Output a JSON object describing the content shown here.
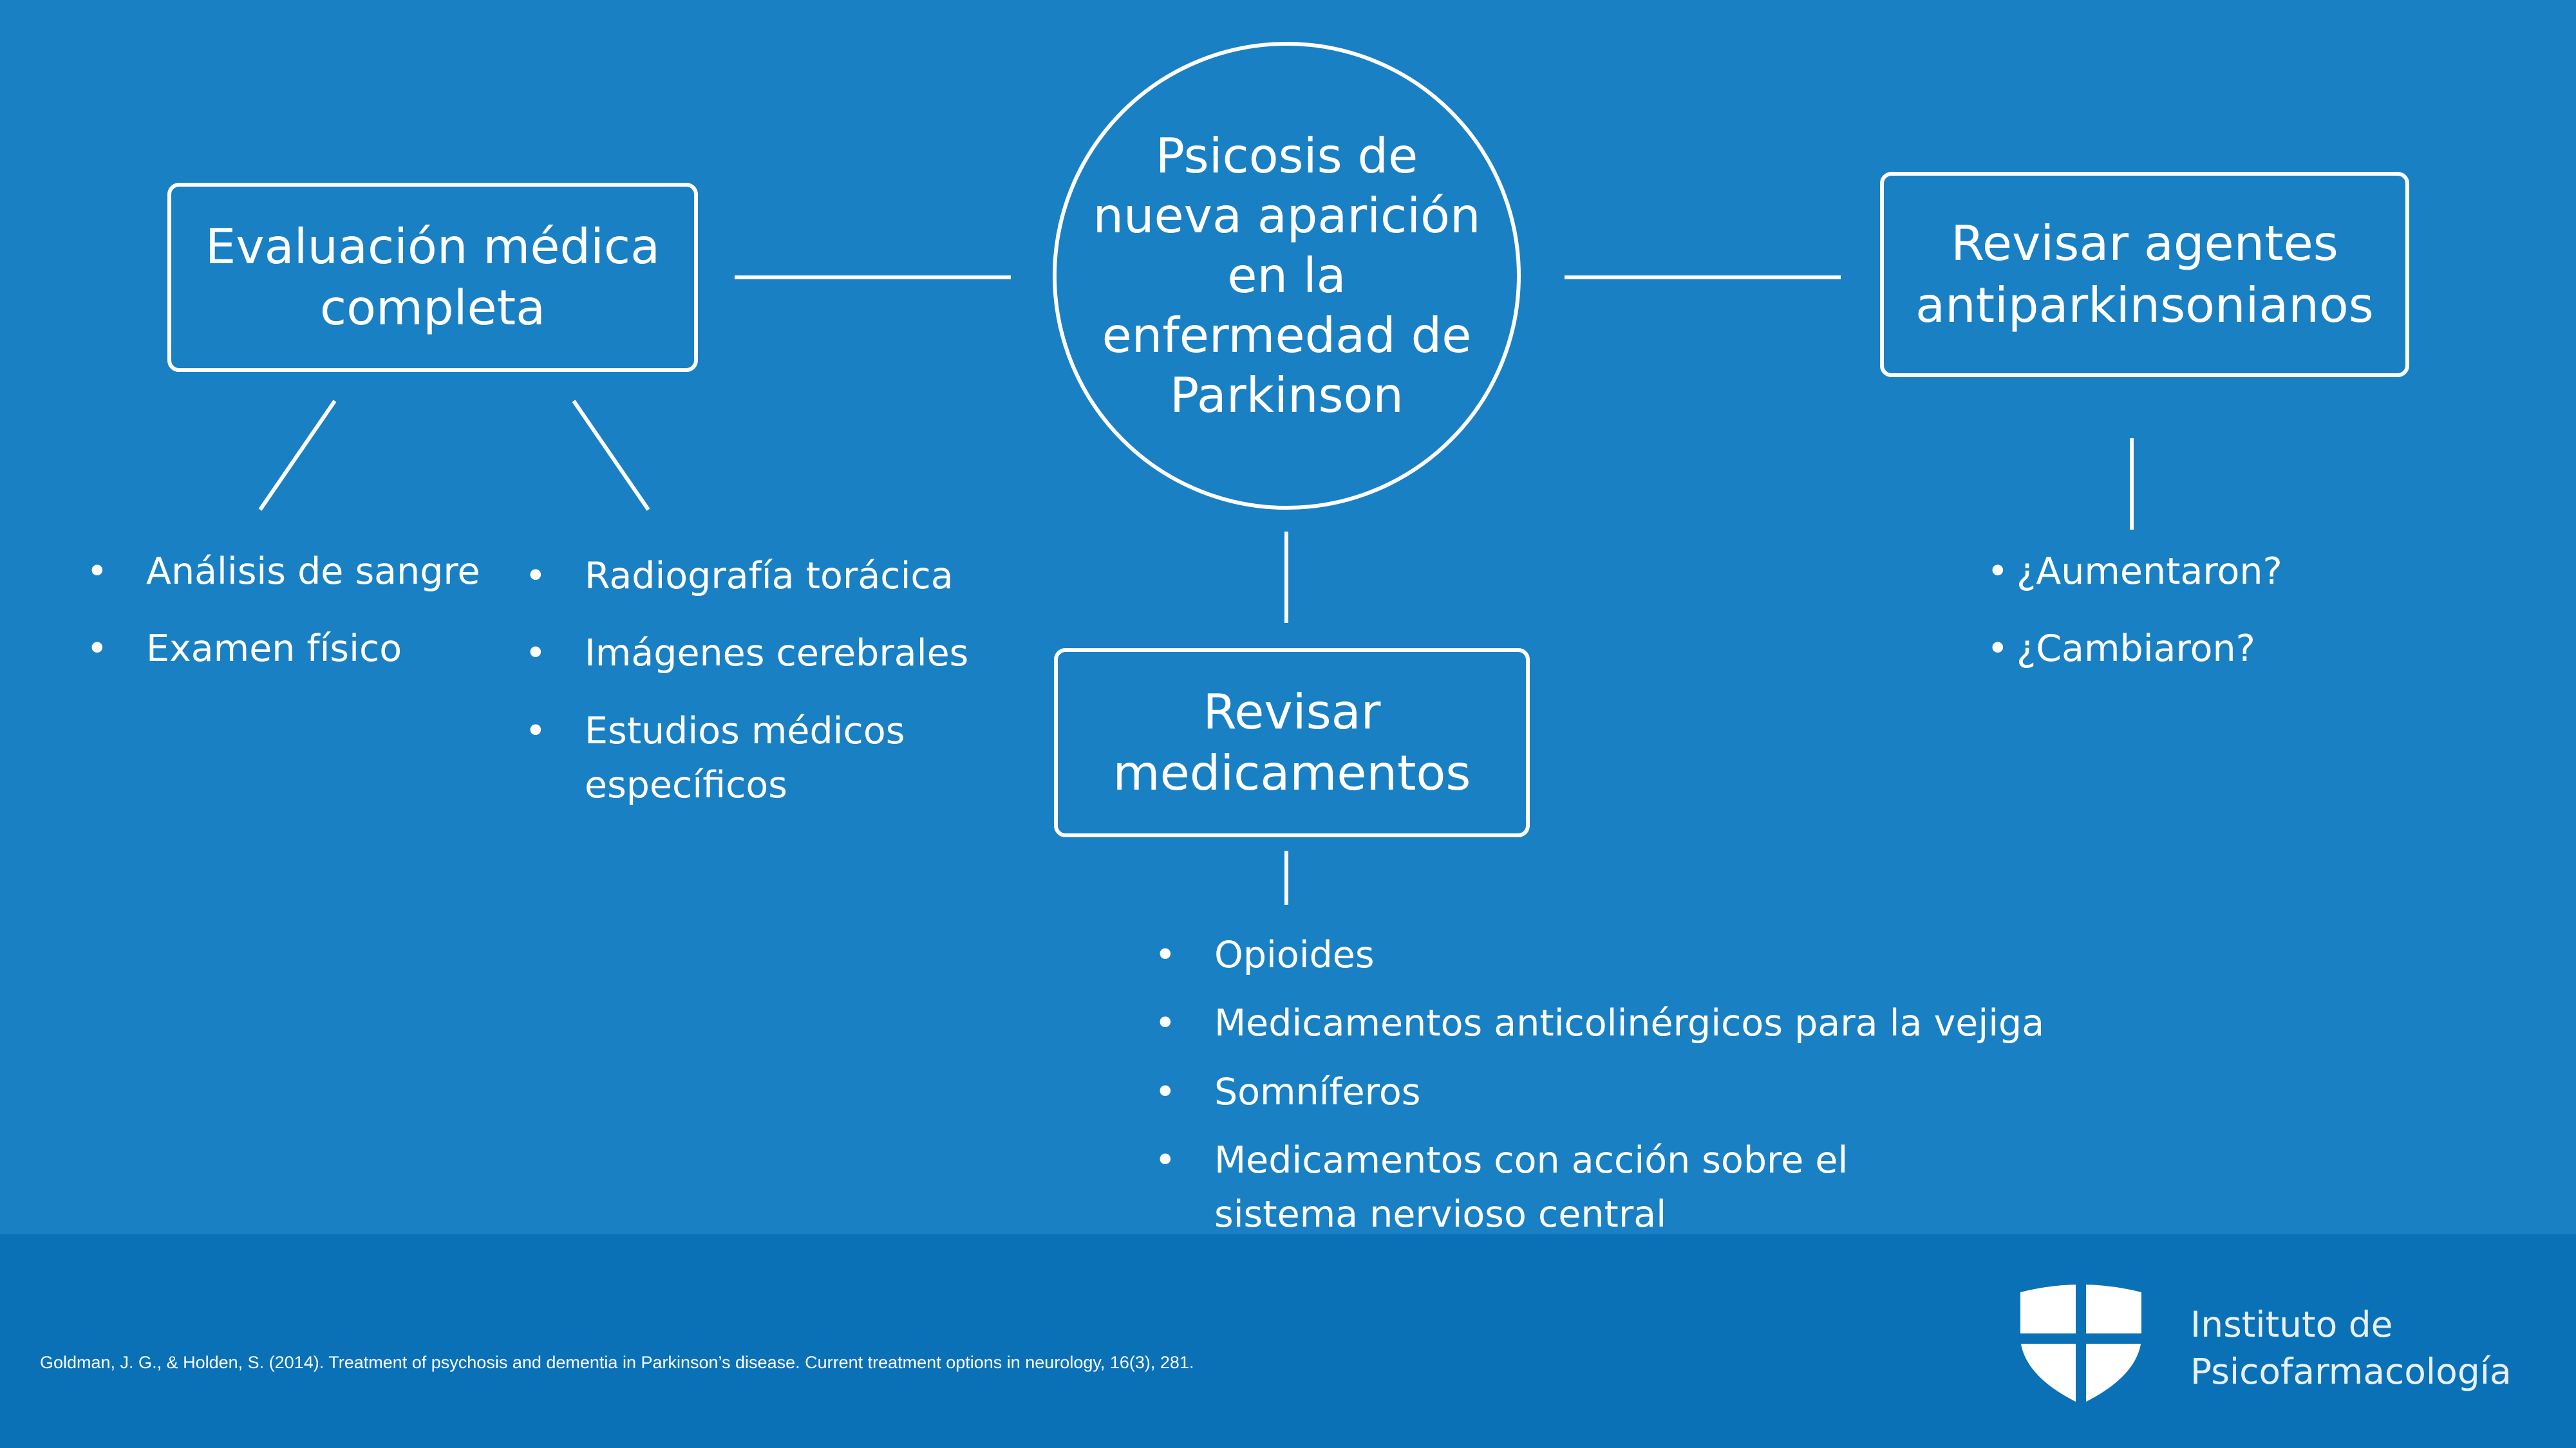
{
  "center": {
    "title": "Psicosis de nueva aparición en la enfermedad de Parkinson"
  },
  "left": {
    "title": "Evaluación médica completa",
    "branch_a": [
      "Análisis de sangre",
      "Examen físico"
    ],
    "branch_b": [
      "Radiografía torácica",
      "Imágenes cerebrales",
      "Estudios médicos específicos"
    ]
  },
  "bottom": {
    "title": "Revisar medicamentos",
    "items": [
      "Opioides",
      "Medicamentos anticolinérgicos para la vejiga",
      "Somníferos",
      "Medicamentos con acción sobre el sistema nervioso central"
    ]
  },
  "right": {
    "title": "Revisar agentes antiparkinsonianos",
    "items": [
      "¿Aumentaron?",
      "¿Cambiaron?"
    ]
  },
  "footer": {
    "citation": "Goldman, J. G., & Holden, S. (2014). Treatment of psychosis and dementia in Parkinson’s disease. Current treatment options in neurology, 16(3), 281.",
    "institute_line1": "Instituto de",
    "institute_line2": "Psicofarmacología"
  },
  "colors": {
    "background": "#1a80c4",
    "footer": "#0a71b7",
    "stroke": "#ffffff"
  },
  "icons": {
    "logo": "shield-cross-icon"
  }
}
